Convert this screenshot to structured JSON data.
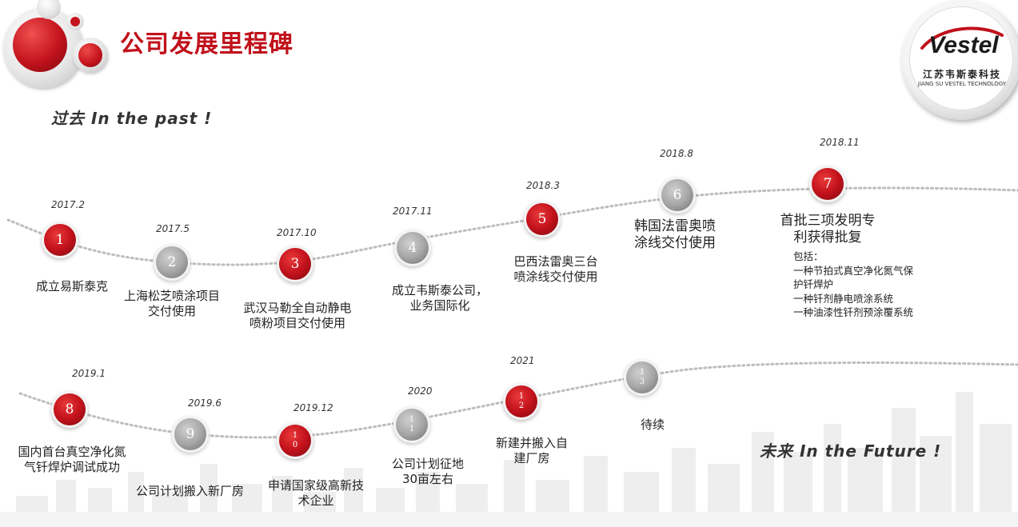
{
  "title": "公司发展里程碑",
  "past_heading": "过去 In the past !",
  "future_heading": "未来 In the Future !",
  "logo": {
    "brand": "Vestel",
    "cn": "江苏韦斯泰科技",
    "en": "JIANG SU VESTEL TECHNOLOGY"
  },
  "milestones": [
    {
      "num": "1",
      "date": "2017.2",
      "label": "成立易斯泰克",
      "color": "red"
    },
    {
      "num": "2",
      "date": "2017.5",
      "label": "上海松芝喷涂项目\n交付使用",
      "color": "gray"
    },
    {
      "num": "3",
      "date": "2017.10",
      "label": "武汉马勒全自动静电\n喷粉项目交付使用",
      "color": "red"
    },
    {
      "num": "4",
      "date": "2017.11",
      "label": "成立韦斯泰公司，\n业务国际化",
      "color": "gray"
    },
    {
      "num": "5",
      "date": "2018.3",
      "label": "巴西法雷奥三台\n喷涂线交付使用",
      "color": "red"
    },
    {
      "num": "6",
      "date": "2018.8",
      "label": "韩国法雷奥喷\n涂线交付使用",
      "color": "gray"
    },
    {
      "num": "7",
      "date": "2018.11",
      "label": "首批三项发明专\n利获得批复",
      "color": "red"
    },
    {
      "num": "8",
      "date": "2019.1",
      "label": "国内首台真空净化氮\n气钎焊炉调试成功",
      "color": "red"
    },
    {
      "num": "9",
      "date": "2019.6",
      "label": "公司计划搬入新厂房",
      "color": "gray"
    },
    {
      "num": "1\n0",
      "date": "2019.12",
      "label": "申请国家级高新技\n术企业",
      "color": "red"
    },
    {
      "num": "1\n1",
      "date": "2020",
      "label": "公司计划征地\n30亩左右",
      "color": "gray"
    },
    {
      "num": "1\n2",
      "date": "2021",
      "label": "新建并搬入自\n建厂房",
      "color": "red"
    },
    {
      "num": "1\n3",
      "date": "",
      "label": "待续",
      "color": "gray"
    }
  ],
  "note_7": "包括：\n一种节拍式真空净化氮气保\n护钎焊炉\n一种钎剂静电喷涂系统\n一种油漆性钎剂预涂覆系统",
  "colors": {
    "accent": "#c0111b",
    "gray": "#a8a8a8",
    "line": "#bdbdbd"
  }
}
